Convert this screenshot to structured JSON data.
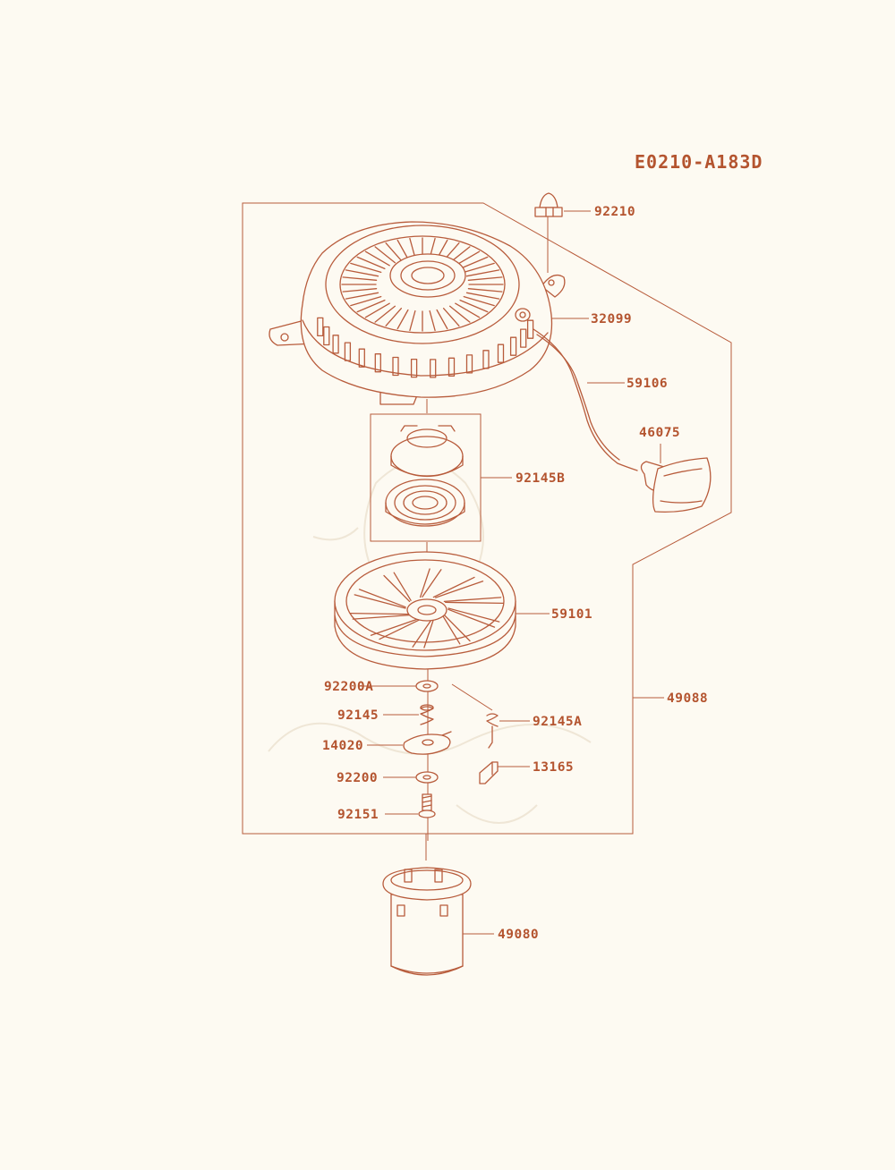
{
  "diagram_code": "E0210-A183D",
  "callouts": {
    "p92210": "92210",
    "p32099": "32099",
    "p59106": "59106",
    "p46075": "46075",
    "p92145B": "92145B",
    "p59101": "59101",
    "p49088": "49088",
    "p92200A": "92200A",
    "p92145": "92145",
    "p92145A": "92145A",
    "p14020": "14020",
    "p13165": "13165",
    "p92200": "92200",
    "p92151": "92151",
    "p49080": "49080"
  },
  "colors": {
    "line": "#b85c3c",
    "text": "#b4542f",
    "background": "#fdfaf2"
  }
}
